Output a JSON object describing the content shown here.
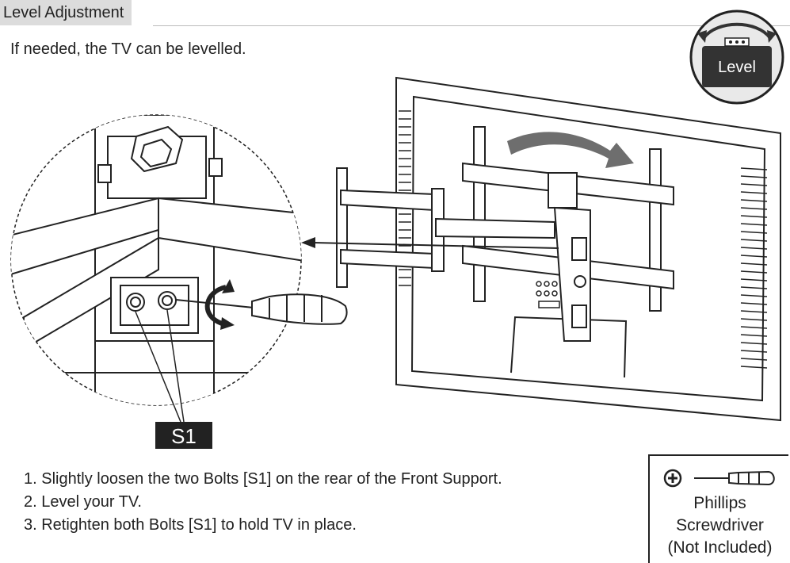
{
  "section": {
    "title": "Level Adjustment"
  },
  "intro": "If needed, the TV can be levelled.",
  "badge": {
    "label": "Level"
  },
  "callout": {
    "label": "S1"
  },
  "steps": [
    "1. Slightly loosen the two Bolts [S1] on the rear of the Front Support.",
    "2. Level your TV.",
    "3. Retighten both Bolts [S1] to hold TV in place."
  ],
  "tool": {
    "icon": "phillips-head-icon",
    "line1": "Phillips",
    "line2": "Screwdriver",
    "line3": "(Not Included)"
  },
  "colors": {
    "ink": "#222222",
    "tab_bg": "#dcdcdc",
    "badge_bg": "#333333",
    "badge_ring": "#e6e6e6",
    "arrow_gray": "#555555"
  }
}
